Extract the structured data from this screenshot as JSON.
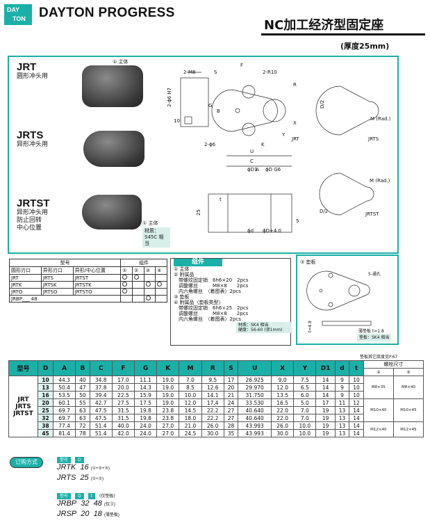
{
  "header": {
    "logo_l1": "DAY",
    "logo_l2": "TON",
    "brand": "DAYTON PROGRESS",
    "title": "NC加工经济型固定座",
    "subtitle": "(厚度25mm)"
  },
  "products": [
    {
      "name": "JRT",
      "desc": "圆形冲头用"
    },
    {
      "name": "JRTS",
      "desc": "异形冲头用"
    },
    {
      "name": "JRTST",
      "desc1": "异形冲头用",
      "desc2": "防止回转",
      "desc3": "中心位置"
    }
  ],
  "photo_labels": {
    "main_body_1": "① 主体",
    "main_body_2": "① 主体",
    "material_label": "材质：",
    "material_value": "S45C 相当"
  },
  "drawing_labels": {
    "m8": "2-M8",
    "r10": "2-R10",
    "phi6h7": "2-ϕ6 H7",
    "phi6": "2-ϕ6",
    "ten": "10",
    "S": "S",
    "F": "F",
    "R": "R",
    "G": "G",
    "B": "B",
    "U": "U",
    "C": "C",
    "A": "A",
    "K": "K",
    "X": "X",
    "Y": "Y",
    "JRT": "JRT",
    "JRTS": "JRTS",
    "JRTST": "JRTST",
    "mrad": "M (Rad.)",
    "mrad2": "M (Rad.)",
    "d2": "D/2",
    "d2b": "D/2",
    "d1": "ϕD1",
    "dg6": "ϕD G6",
    "dd": "ϕd",
    "d4": "ϕD+4.0",
    "twentyfive": "25",
    "t": "t",
    "five": "5"
  },
  "select_table": {
    "hdr_model": "型号",
    "hdr_combo": "组件",
    "c1": "圆形刃口",
    "c2": "异形刃口",
    "c3": "异形/中心位置",
    "n1": "①",
    "n2": "②",
    "n3": "③",
    "n4": "④",
    "rows": [
      [
        "JRT",
        "JRTS",
        "JRTST"
      ],
      [
        "JRTK",
        "JRTSK",
        "JRTSTK"
      ],
      [
        "JRTO",
        "JRTSO",
        "JRTSTO"
      ],
      [
        "JRBP___ 48",
        "",
        ""
      ]
    ]
  },
  "parts": {
    "title": "组件",
    "lines": [
      "① 主体",
      "② 附属品",
      "　带螺纹固定销　6h6×20　2pcs",
      "　调整螺丝　　　M8×8　　2pcs",
      "　内六角螺丝　（着图表）2pcs",
      "③ 垫板",
      "④ 附属品（垫板类型）",
      "　带螺纹固定销　6h6×25　2pcs",
      "　调整螺丝　　　M8×8　　2pcs",
      "　内六角螺丝　（着图表）2pcs"
    ],
    "mat1": "材质：SK4 相当",
    "mat2": "硬度：56-60 (渗1mm)"
  },
  "plate": {
    "label": "③ 垫板",
    "holes": "5-通孔",
    "t48": "t=4.8",
    "thin": "薄垫板 t=1.8",
    "mat": "垫板：SK4 相当"
  },
  "table_note": "垫板其它厚度见P.67",
  "main_table": {
    "headers": [
      "型号",
      "D",
      "A",
      "B",
      "C",
      "F",
      "G",
      "K",
      "M",
      "R",
      "S",
      "U",
      "X",
      "Y",
      "D1",
      "d",
      "t",
      "螺栓尺寸",
      "②",
      "④"
    ],
    "models": [
      "JRT",
      "JRTS",
      "JRTST"
    ],
    "rows": [
      [
        "10",
        "44.3",
        "40",
        "34.8",
        "17.0",
        "11.1",
        "19.0",
        "7.0",
        "9.5",
        "17",
        "26.925",
        "9.0",
        "7.5",
        "14",
        "9",
        "10"
      ],
      [
        "13",
        "50.4",
        "47",
        "37.8",
        "20.0",
        "14.3",
        "19.0",
        "8.5",
        "12.6",
        "20",
        "29.970",
        "12.0",
        "6.5",
        "14",
        "9",
        "10"
      ],
      [
        "16",
        "53.5",
        "50",
        "39.4",
        "22.5",
        "15.9",
        "19.0",
        "10.0",
        "14.1",
        "21",
        "31.750",
        "13.5",
        "6.0",
        "14",
        "9",
        "10"
      ],
      [
        "20",
        "60.1",
        "55",
        "42.7",
        "27.5",
        "17.5",
        "19.0",
        "12.0",
        "17.4",
        "24",
        "33.530",
        "16.5",
        "5.0",
        "17",
        "11",
        "12"
      ],
      [
        "25",
        "69.7",
        "63",
        "47.5",
        "31.5",
        "19.8",
        "23.8",
        "14.5",
        "22.2",
        "27",
        "40.640",
        "22.0",
        "7.0",
        "19",
        "13",
        "14"
      ],
      [
        "32",
        "69.7",
        "63",
        "47.5",
        "31.5",
        "19.8",
        "23.8",
        "18.0",
        "22.2",
        "27",
        "40.640",
        "22.0",
        "7.0",
        "19",
        "13",
        "14"
      ],
      [
        "38",
        "77.4",
        "72",
        "51.4",
        "40.0",
        "24.0",
        "27.0",
        "21.0",
        "26.0",
        "28",
        "43.993",
        "26.0",
        "10.0",
        "19",
        "13",
        "14"
      ],
      [
        "45",
        "81.4",
        "78",
        "51.4",
        "42.0",
        "24.0",
        "27.0",
        "24.5",
        "30.0",
        "35",
        "43.993",
        "30.0",
        "10.0",
        "19",
        "13",
        "14"
      ]
    ],
    "bolts": [
      [
        "M8×35",
        "M8×40"
      ],
      [
        "M10×40",
        "M10×45"
      ],
      [
        "M12×40",
        "M12×45"
      ]
    ]
  },
  "order": {
    "btn": "订购方式",
    "tag_model": "型号",
    "tag_d": "D",
    "tag_t": "t",
    "tag_plate": "(仅垫板)",
    "l1a": "JRTK",
    "l1b": "16",
    "l1c": "(①+②+③)",
    "l2a": "JRTS",
    "l2b": "25",
    "l2c": "(①+②)",
    "l3a": "JRBP",
    "l3b": "32",
    "l3c": "48",
    "l3d": "(仅③)",
    "l4a": "JRSP",
    "l4b": "20",
    "l4c": "18",
    "l4d": "(薄垫板)"
  }
}
